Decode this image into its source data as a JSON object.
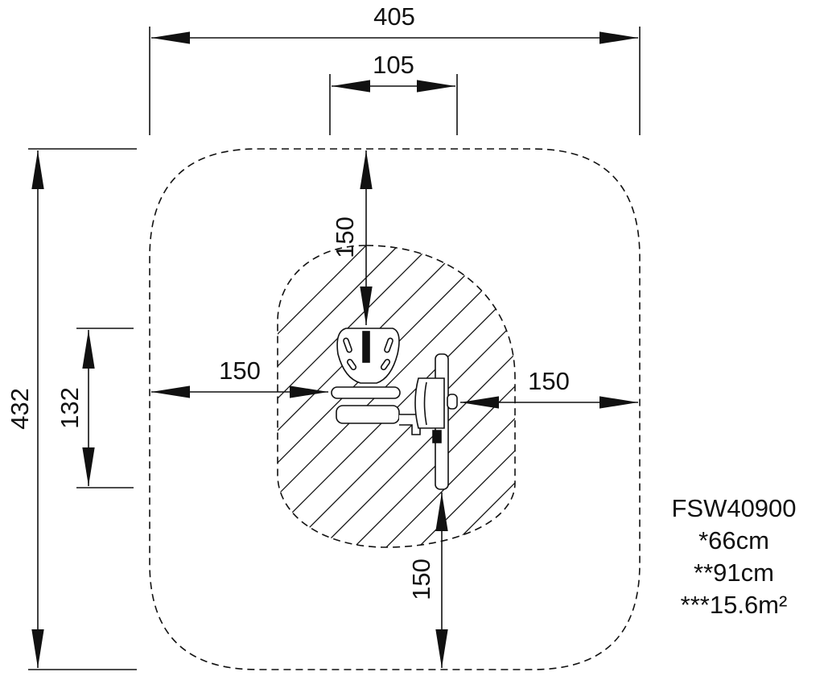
{
  "dimensions": {
    "overall_width": "405",
    "equipment_width": "105",
    "overall_height": "432",
    "equipment_depth": "132",
    "clearance_top": "150",
    "clearance_left": "150",
    "clearance_right": "150",
    "clearance_bottom": "150"
  },
  "product": {
    "code": "FSW40900",
    "fall_height": "*66cm",
    "free_height": "**91cm",
    "impact_area": "***15.6m²"
  },
  "colors": {
    "ink": "#111111",
    "background": "#ffffff"
  }
}
